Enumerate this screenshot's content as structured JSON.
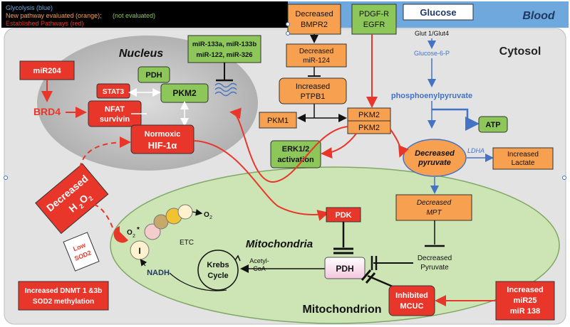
{
  "legend": {
    "line1": "Glycolysis (blue)",
    "line2a": "New pathway evaluated (orange);",
    "line2b": "(not evaluated)",
    "line3": "Established Pathways (red)"
  },
  "regions": {
    "blood": "Blood",
    "cytosol": "Cytosol",
    "nucleus": "Nucleus",
    "mitochondria": "Mitochondria",
    "mitochondrion": "Mitochondrion"
  },
  "nodes": {
    "glucose": "Glucose",
    "glut": "Glut 1/Glut4",
    "g6p": "Glucose-6-P",
    "pep": "phosphoenylpyruvate",
    "atp": "ATP",
    "ldha": "LDHA",
    "increased_lactate": [
      "Increased",
      "Lactate"
    ],
    "decreased_pyruvate": [
      "Decreased",
      "pyruvate"
    ],
    "decreased_mpt": [
      "Decreased",
      "MPT"
    ],
    "decreased_bmpr2": [
      "Decreased",
      "BMPR2"
    ],
    "pdgfr_egfr": [
      "PDGF-R",
      "EGFR"
    ],
    "decreased_mir124": [
      "Decreased",
      "miR-124"
    ],
    "increased_ptpb1": [
      "Increased",
      "PTPB1"
    ],
    "pkm1": "PKM1",
    "pkm2_top": "PKM2",
    "pkm2_bottom": "PKM2",
    "mirnas": [
      "miR-133a, miR-133b",
      "miR-122, miR-326"
    ],
    "erk": [
      "ERK1/2",
      "activation"
    ],
    "pdk": "PDK",
    "pdh_mito": "PDH",
    "decreased_pyruvate_mito": [
      "Decreased",
      "Pyruvate"
    ],
    "acetyl_coa": [
      "Acetyl-",
      "CoA"
    ],
    "krebs": [
      "Krebs",
      "Cycle"
    ],
    "etc": "ETC",
    "o2": "O",
    "o2_star": "O",
    "complex_i": "I",
    "nadh": "NADH",
    "inhibited_mcuc": [
      "Inhibited",
      "MCUC"
    ],
    "increased_mir25": [
      "Increased",
      "miR25",
      "miR 138"
    ],
    "mir204": "miR204",
    "brd4": "BRD4",
    "stat3": "STAT3",
    "pdh_nuc": "PDH",
    "pkm2_nuc": "PKM2",
    "nfat": [
      "NFAT",
      "survivin"
    ],
    "hif": [
      "Normoxic",
      "HIF-1α"
    ],
    "decreased_h2o2": [
      "Decreased",
      "H"
    ],
    "low_sod2": [
      "Low",
      "SOD2"
    ],
    "increased_dnmt": [
      "Increased DNMT 1 &3b",
      "SOD2 methylation"
    ]
  },
  "colors": {
    "orange": "#f7a04f",
    "green": "#8dc759",
    "red": "#e8372a",
    "blue": "#4472c4",
    "sky": "#6fa8dc",
    "cytosol_bg": "#e3e3e3"
  }
}
